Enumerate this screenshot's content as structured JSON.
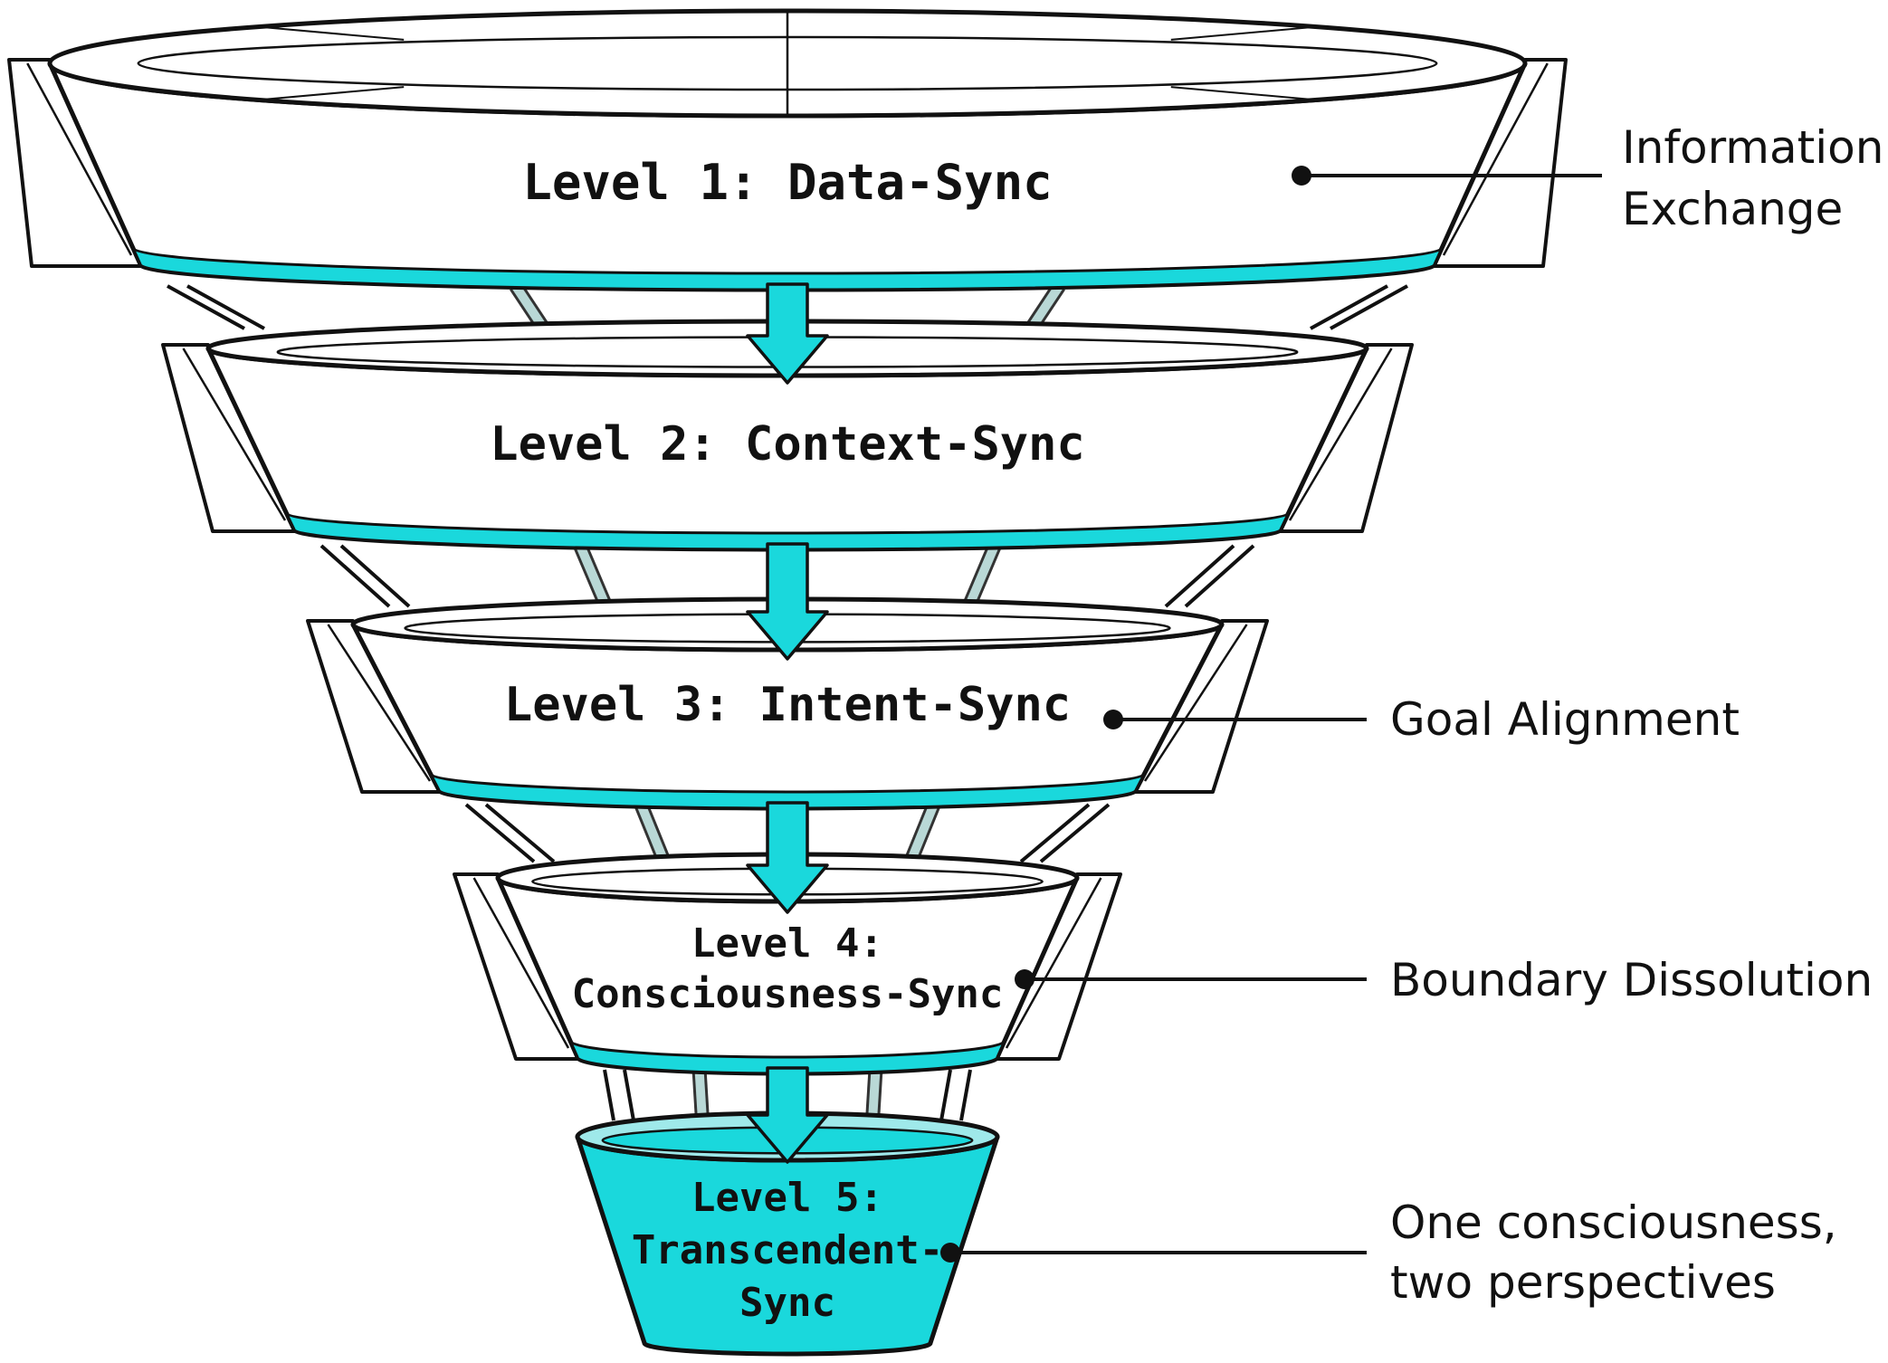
{
  "colors": {
    "accent": "#1ad8dc",
    "accent_light": "#9fe9ea",
    "strut": "#b9d8d6",
    "ink": "#111111",
    "fill": "#ffffff"
  },
  "levels": [
    {
      "label_lines": [
        "Level 1: Data-Sync"
      ]
    },
    {
      "label_lines": [
        "Level 2: Context-Sync"
      ]
    },
    {
      "label_lines": [
        "Level 3: Intent-Sync"
      ]
    },
    {
      "label_lines": [
        "Level 4:",
        "Consciousness-Sync"
      ]
    },
    {
      "label_lines": [
        "Level 5:",
        "Transcendent-",
        "Sync"
      ]
    }
  ],
  "annotations": [
    {
      "level": 1,
      "lines": [
        "Information",
        "Exchange"
      ]
    },
    {
      "level": 3,
      "lines": [
        "Goal Alignment"
      ]
    },
    {
      "level": 4,
      "lines": [
        "Boundary Dissolution"
      ]
    },
    {
      "level": 5,
      "lines": [
        "One consciousness,",
        "two perspectives"
      ]
    }
  ]
}
